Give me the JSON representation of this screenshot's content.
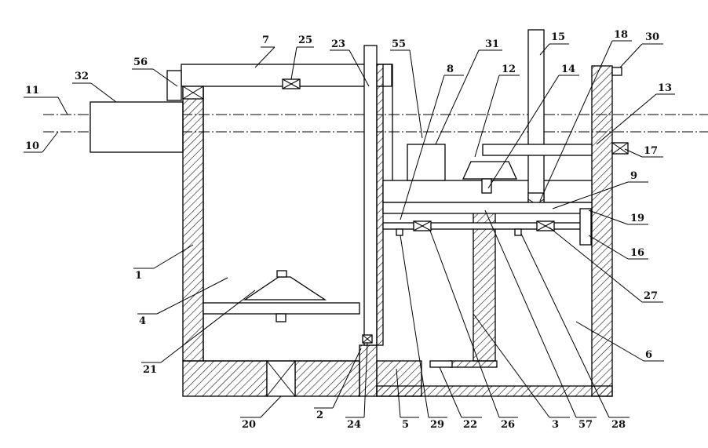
{
  "labels": {
    "l1": "1",
    "l2": "2",
    "l3": "3",
    "l4": "4",
    "l5": "5",
    "l6": "6",
    "l7": "7",
    "l8": "8",
    "l9": "9",
    "l10": "10",
    "l11": "11",
    "l12": "12",
    "l13": "13",
    "l14": "14",
    "l15": "15",
    "l16": "16",
    "l17": "17",
    "l18": "18",
    "l19": "19",
    "l20": "20",
    "l21": "21",
    "l22": "22",
    "l23": "23",
    "l24": "24",
    "l25": "25",
    "l26": "26",
    "l27": "27",
    "l28": "28",
    "l29": "29",
    "l30": "30",
    "l31": "31",
    "l32": "32",
    "l55": "55",
    "l56": "56",
    "l57": "57"
  }
}
